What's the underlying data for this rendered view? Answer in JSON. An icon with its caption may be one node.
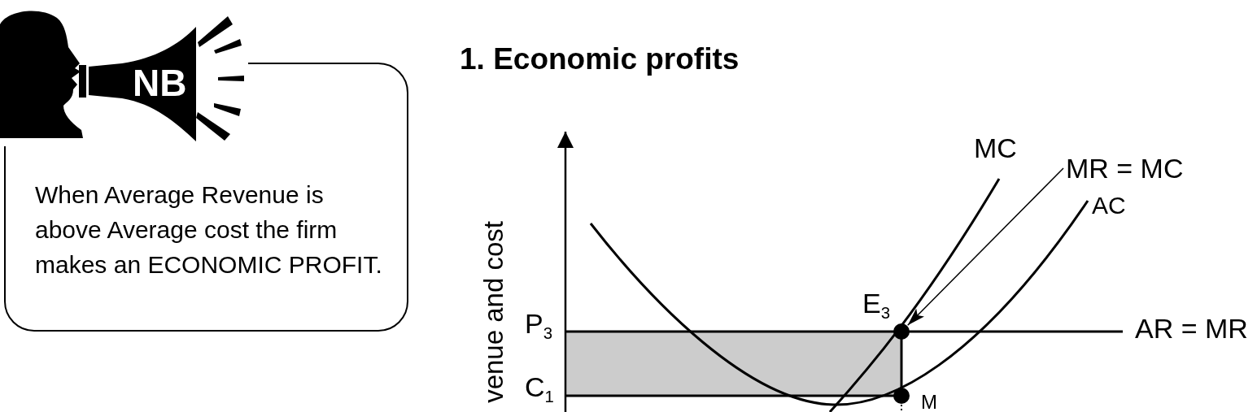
{
  "diagram": {
    "title": "1. Economic profits",
    "nodes": [
      {
        "text": [
          "NB"
        ]
      },
      {
        "text": [
          "When Average Revenue is above Average cost the firm makes an ECONOMIC PROFIT."
        ]
      },
      {
        "text": [
          "MR = MC"
        ]
      },
      {
        "text": [],
        "shape": "circle",
        "beside": [
          "E$_{3}$"
        ]
      },
      {
        "text": [],
        "shape": "circle",
        "beside": [
          "M"
        ]
      }
    ],
    "edges": [
      {
        "from": 2,
        "to": 3,
        "arrow": "to"
      }
    ],
    "labels": [
      "MC",
      "AC",
      "venue and cost",
      "P$_{3}$",
      "AR = MR",
      "C$_{1}$"
    ]
  }
}
